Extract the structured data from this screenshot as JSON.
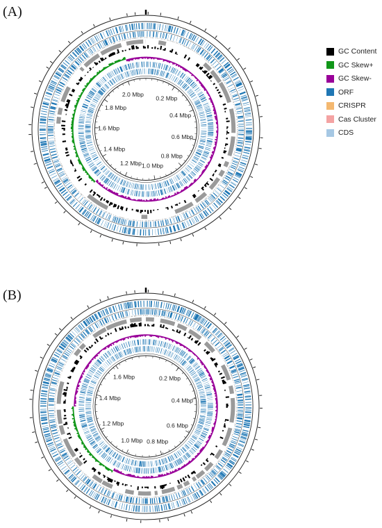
{
  "panels": [
    {
      "label": "(A)",
      "ticks": [
        "2.0 Mbp",
        "0.2 Mbp",
        "0.4 Mbp",
        "0.6 Mbp",
        "0.8 Mbp",
        "1.0 Mbp",
        "1.2 Mbp",
        "1.4 Mbp",
        "1.6 Mbp",
        "1.8 Mbp"
      ],
      "genome_size_mbp": 2.12
    },
    {
      "label": "(B)",
      "ticks": [
        "0.2 Mbp",
        "0.4 Mbp",
        "0.6 Mbp",
        "0.8 Mbp",
        "1.0 Mbp",
        "1.2 Mbp",
        "1.4 Mbp",
        "1.6 Mbp"
      ],
      "genome_size_mbp": 1.78
    }
  ],
  "legend": [
    {
      "label": "GC Content",
      "color": "#000000"
    },
    {
      "label": "GC Skew+",
      "color": "#109618"
    },
    {
      "label": "GC Skew-",
      "color": "#990099"
    },
    {
      "label": "ORF",
      "color": "#1f77b4"
    },
    {
      "label": "CRISPR",
      "color": "#f4b870"
    },
    {
      "label": "Cas Cluster",
      "color": "#f4a3a3"
    },
    {
      "label": "CDS",
      "color": "#a6c8e4"
    }
  ]
}
